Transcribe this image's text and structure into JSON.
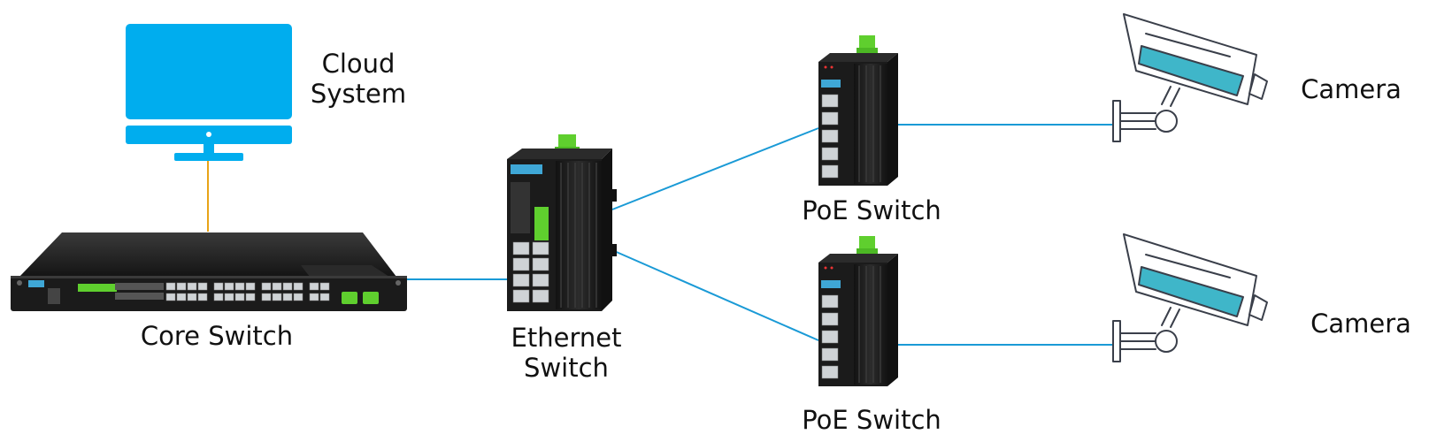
{
  "colors": {
    "link_blue": "#1a9ad6",
    "link_orange": "#e8a317",
    "monitor_blue": "#00adee",
    "device_black": "#1b1b1b",
    "terminal_green": "#5fcf2e",
    "camera_teal": "#3fb6c9",
    "camera_outline": "#3a3f4a"
  },
  "nodes": {
    "cloud": {
      "label_line1": "Cloud",
      "label_line2": "System",
      "icon": "monitor-icon"
    },
    "core": {
      "label": "Core Switch",
      "icon": "rack-switch-icon"
    },
    "ethernet": {
      "label_line1": "Ethernet",
      "label_line2": "Switch",
      "icon": "din-rail-switch-icon"
    },
    "poe_top": {
      "label": "PoE Switch",
      "icon": "din-rail-poe-switch-icon"
    },
    "poe_bottom": {
      "label": "PoE Switch",
      "icon": "din-rail-poe-switch-icon"
    },
    "camera_top": {
      "label": "Camera",
      "icon": "cctv-camera-icon"
    },
    "camera_bottom": {
      "label": "Camera",
      "icon": "cctv-camera-icon"
    }
  }
}
